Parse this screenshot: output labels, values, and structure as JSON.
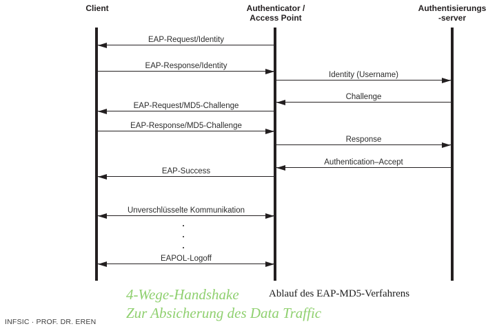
{
  "diagram": {
    "caption": "Ablauf des EAP-MD5-Verfahrens",
    "line_color": "#231f20",
    "actors": [
      {
        "id": "client",
        "line1": "Client",
        "line2": ""
      },
      {
        "id": "authenticator",
        "line1": "Authenticator /",
        "line2": "Access Point"
      },
      {
        "id": "auth_server",
        "line1": "Authentisierungs",
        "line2": "-server"
      }
    ],
    "messages": [
      {
        "label": "EAP-Request/Identity",
        "from": "authenticator",
        "to": "client",
        "bidirectional": false
      },
      {
        "label": "EAP-Response/Identity",
        "from": "client",
        "to": "authenticator",
        "bidirectional": false
      },
      {
        "label": "Identity (Username)",
        "from": "authenticator",
        "to": "auth_server",
        "bidirectional": false
      },
      {
        "label": "Challenge",
        "from": "auth_server",
        "to": "authenticator",
        "bidirectional": false
      },
      {
        "label": "EAP-Request/MD5-Challenge",
        "from": "authenticator",
        "to": "client",
        "bidirectional": false
      },
      {
        "label": "EAP-Response/MD5-Challenge",
        "from": "client",
        "to": "authenticator",
        "bidirectional": false
      },
      {
        "label": "Response",
        "from": "authenticator",
        "to": "auth_server",
        "bidirectional": false
      },
      {
        "label": "Authentication–Accept",
        "from": "auth_server",
        "to": "authenticator",
        "bidirectional": false
      },
      {
        "label": "EAP-Success",
        "from": "authenticator",
        "to": "client",
        "bidirectional": false
      },
      {
        "label": "Unverschlüsselte Kommunikation",
        "from": "client",
        "to": "authenticator",
        "bidirectional": true
      },
      {
        "label": "EAPOL-Logoff",
        "from": "client",
        "to": "authenticator",
        "bidirectional": true
      }
    ],
    "ellipsis_dots": [
      ".",
      ".",
      "."
    ]
  },
  "overlay_text": {
    "line1": "4-Wege-Handshake",
    "line2": "Zur Absicherung des Data Traffic",
    "color": "#8fd06f"
  },
  "footer": {
    "credit": "INFSIC · PROF. DR. EREN"
  }
}
